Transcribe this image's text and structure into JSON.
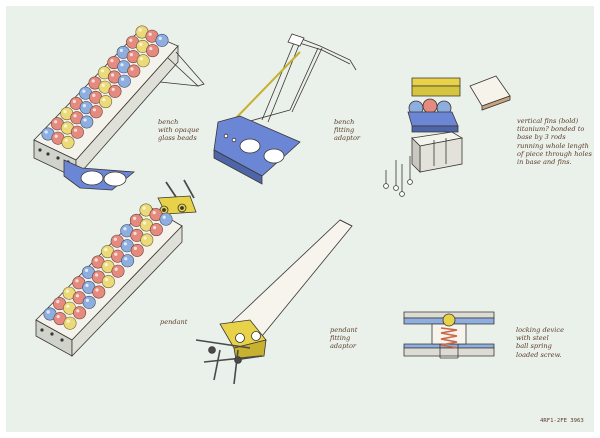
{
  "labels": {
    "bench": "bench\nwith opaque\nglass beads",
    "bench_adaptor": "bench\nfitting\nadaptor",
    "vertical_fins": "vertical fins (bold)\ntitanium? bonded to\nbase by 3 rods\nrunning whole length\nof piece through holes\nin base and fins.",
    "pendant": "pendant",
    "pendant_adaptor": "pendant\nfitting\nadaptor",
    "locking": "locking device\nwith steel\nball spring\nloaded screw."
  },
  "ref_number": "4RF1-2FE 3963",
  "colors": {
    "paper": "#eaf0ea",
    "ink": "#3a3632",
    "bead_red": "#e58a7e",
    "bead_blue": "#8eaee0",
    "bead_yellow": "#ecd97a",
    "frame_blue": "#6c86d6",
    "frame_yellow": "#e8d24a",
    "rod_dark": "#4a4a4a"
  },
  "icons": {
    "bench": "bench-bead-tray-drawing",
    "bench_adaptor": "bench-adaptor-drawing",
    "fins": "vertical-fins-drawing",
    "pendant": "pendant-bead-tray-drawing",
    "pendant_adaptor": "pendant-adaptor-drawing",
    "locking": "locking-device-drawing"
  }
}
